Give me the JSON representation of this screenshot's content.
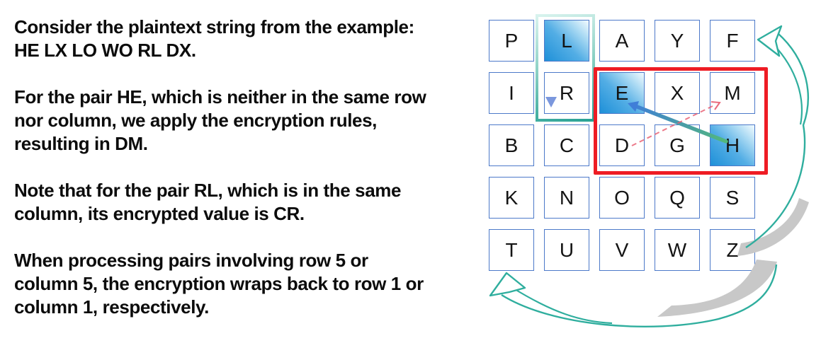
{
  "explanation": {
    "paragraphs": [
      "Consider the plaintext string from the example:\nHE LX LO WO RL DX.",
      "For the pair HE, which is neither in the same row\nnor column, we apply the encryption rules,\nresulting in DM.",
      "Note that for the pair RL, which is in the same\ncolumn, its encrypted value is CR.",
      "When processing pairs involving row 5 or\ncolumn 5, the encryption wraps back to row 1 or\ncolumn 1, respectively."
    ]
  },
  "grid": {
    "rows": [
      [
        "P",
        "L",
        "A",
        "Y",
        "F"
      ],
      [
        "I",
        "R",
        "E",
        "X",
        "M"
      ],
      [
        "B",
        "C",
        "D",
        "G",
        "H"
      ],
      [
        "K",
        "N",
        "O",
        "Q",
        "S"
      ],
      [
        "T",
        "U",
        "V",
        "W",
        "Z"
      ]
    ],
    "highlighted_letters": [
      "L",
      "E",
      "H"
    ],
    "column_highlight_box_letters": [
      "L",
      "R"
    ],
    "pair_highlight_box_letters": [
      "E",
      "X",
      "M",
      "D",
      "G",
      "H"
    ]
  },
  "annotations": {
    "column_arrow": {
      "from": "L",
      "to": "R"
    },
    "pair_arrow": {
      "from": "H",
      "to": "E"
    },
    "result_arrow": {
      "from": "D",
      "to": "M",
      "style": "dashed"
    },
    "wrap_arrow_column": {
      "from": "row 5 (Z side)",
      "to": "F"
    },
    "wrap_arrow_row": {
      "from": "Z",
      "to": "T"
    }
  },
  "colors": {
    "cell_border": "#4c79c9",
    "highlight_dark": "#1e90d8",
    "highlight_light": "#f3fbfe",
    "column_box_light": "#d8f3ee",
    "column_box_dark": "#28a294",
    "pair_box_border": "#ee1c24",
    "down_arrow": "#7b97dd",
    "pair_arrow_start": "#52b87c",
    "pair_arrow_end": "#3f7ed8",
    "dashed_arrow": "#e85a6e",
    "wrap_arrow": "#2fae9e",
    "shadow": "#c8c8c8"
  }
}
